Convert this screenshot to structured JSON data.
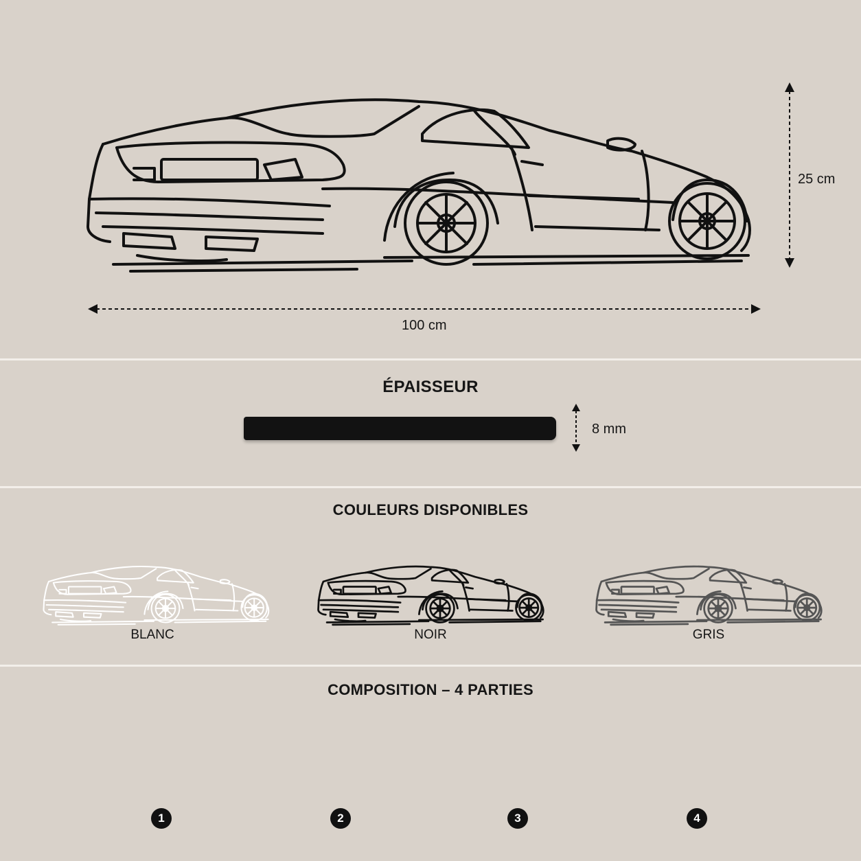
{
  "dimensions": {
    "height_label": "25 cm",
    "width_label": "100 cm"
  },
  "thickness": {
    "title": "ÉPAISSEUR",
    "value_label": "8 mm"
  },
  "colors": {
    "title": "COULEURS DISPONIBLES",
    "options": [
      {
        "label": "BLANC",
        "hex": "#ffffff"
      },
      {
        "label": "NOIR",
        "hex": "#111111"
      },
      {
        "label": "GRIS",
        "hex": "#555555"
      }
    ]
  },
  "composition": {
    "title": "COMPOSITION – 4 PARTIES",
    "parts": [
      "1",
      "2",
      "3",
      "4"
    ]
  }
}
